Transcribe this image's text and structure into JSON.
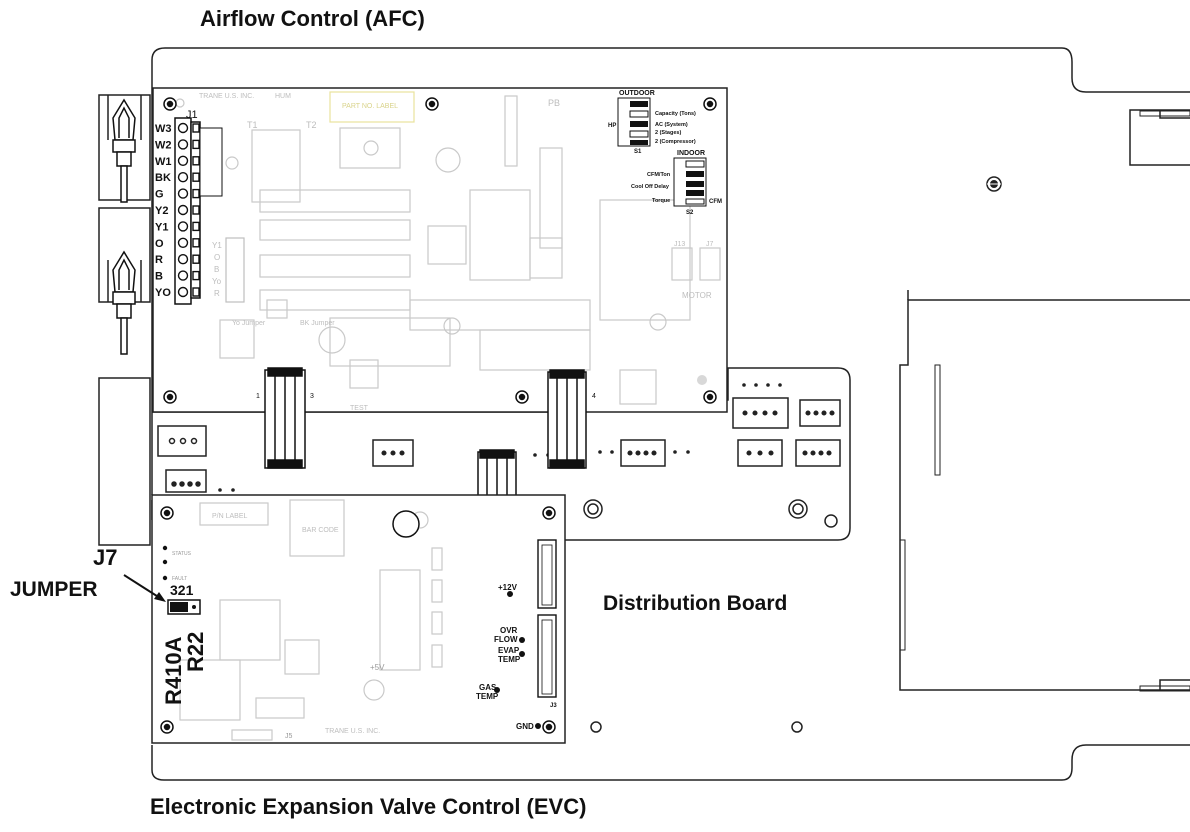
{
  "titles": {
    "afc": "Airflow Control (AFC)",
    "evc": "Electronic Expansion Valve Control (EVC)",
    "distribution": "Distribution Board"
  },
  "jumper": {
    "j7": "J7",
    "jumper": "JUMPER",
    "positions": "321",
    "r410a": "R410A",
    "r22": "R22"
  },
  "afc_board": {
    "j1_label": "J1",
    "terminals": [
      "W3",
      "W2",
      "W1",
      "BK",
      "G",
      "Y2",
      "Y1",
      "O",
      "R",
      "B",
      "YO"
    ],
    "silk": {
      "maker": "TRANE U.S. INC.",
      "part_label": "PART NO. LABEL",
      "hum": "HUM",
      "t1": "T1",
      "t2": "T2",
      "pb": "PB",
      "yo_jumper": "Yo Jumper",
      "bk_jumper": "BK Jumper",
      "test": "TEST",
      "motor": "MOTOR",
      "j13": "J13",
      "j7": "J7",
      "pin1": "1",
      "pin3": "3",
      "pin4": "4"
    },
    "y_header": [
      "Y1",
      "O",
      "B",
      "Yo",
      "R"
    ],
    "outdoor": {
      "title": "OUTDOOR",
      "switch": "S1",
      "hp": "HP",
      "rows": [
        "Capacity (Tons)",
        "AC (System)",
        "2 (Stages)",
        "2 (Compressor)"
      ]
    },
    "indoor": {
      "title": "INDOOR",
      "switch": "S2",
      "rows": [
        "CFM/Ton",
        "Cool Off Delay",
        "Torque"
      ],
      "cfm": "CFM"
    }
  },
  "evc_board": {
    "labels": {
      "p12v": "+12V",
      "ovr": "OVR",
      "flow": "FLOW",
      "evap": "EVAP",
      "evap_temp": "TEMP",
      "gas": "GAS",
      "gas_temp": "TEMP",
      "gnd": "GND",
      "p5v": "+5V",
      "j3": "J3",
      "j5": "J5",
      "maker": "TRANE U.S. INC.",
      "pn_label": "P/N LABEL",
      "bar_code": "BAR CODE",
      "status": "STATUS",
      "fault": "FAULT"
    }
  }
}
